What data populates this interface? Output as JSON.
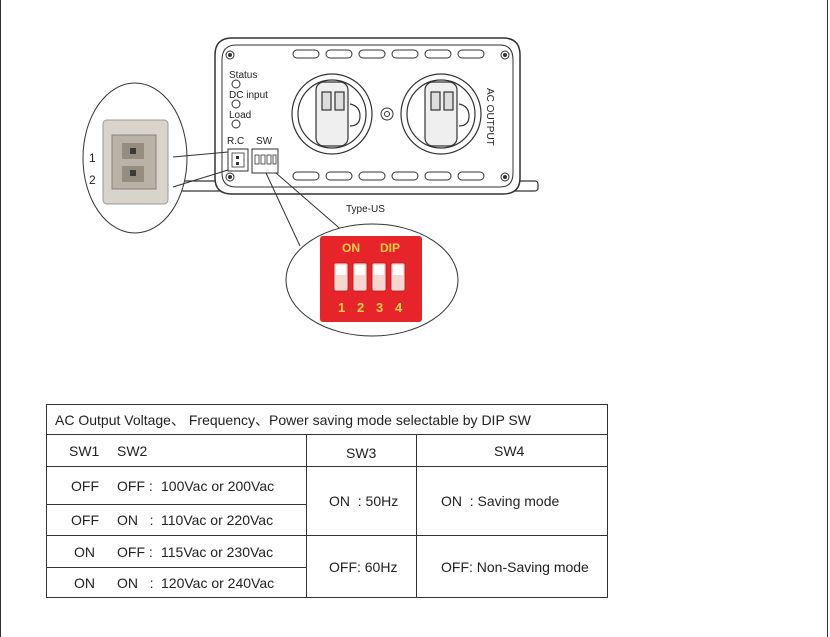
{
  "device": {
    "leds": {
      "status": "Status",
      "dc_input": "DC input",
      "load": "Load"
    },
    "rc_label": "R.C",
    "sw_label": "SW",
    "ac_output_label": "AC OUTPUT",
    "connector_pins": [
      "1",
      "2"
    ],
    "type_label": "Type-US"
  },
  "dip_switch": {
    "on_label": "ON",
    "dip_label": "DIP",
    "numbers": [
      "1",
      "2",
      "3",
      "4"
    ],
    "body_color": "#e8242b"
  },
  "table": {
    "title": "AC Output Voltage、 Frequency、Power saving mode selectable by DIP SW",
    "headers": {
      "sw1": "SW1",
      "sw2": "SW2",
      "sw3": "SW3",
      "sw4": "SW4"
    },
    "rows": [
      {
        "sw1": "OFF",
        "sw2": "OFF :",
        "voltage": "100Vac or 200Vac"
      },
      {
        "sw1": "OFF",
        "sw2": "ON   :",
        "voltage": "110Vac or 220Vac"
      },
      {
        "sw1": "ON",
        "sw2": "OFF :",
        "voltage": "115Vac or 230Vac"
      },
      {
        "sw1": "ON",
        "sw2": "ON   :",
        "voltage": "120Vac or 240Vac"
      }
    ],
    "sw3": {
      "on": "ON  : 50Hz",
      "off": "OFF: 60Hz"
    },
    "sw4": {
      "on": "ON  : Saving mode",
      "off": "OFF: Non-Saving mode"
    }
  }
}
